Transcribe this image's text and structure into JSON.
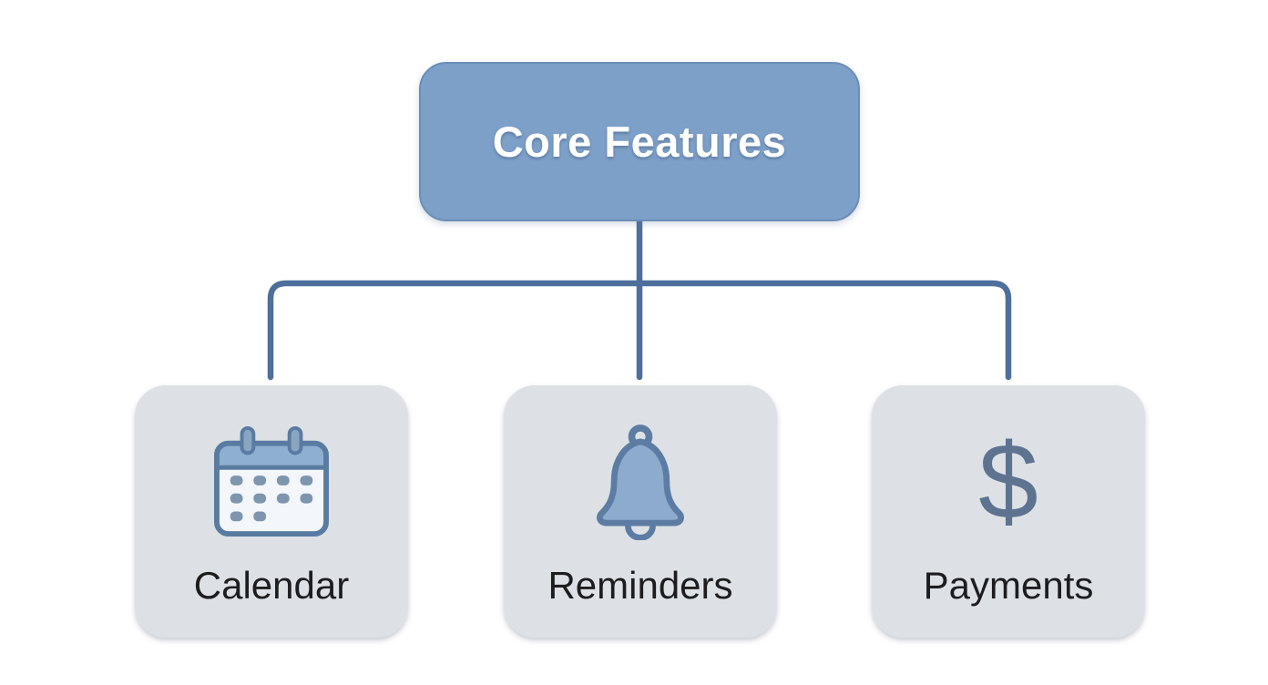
{
  "root": {
    "label": "Core Features"
  },
  "children": [
    {
      "label": "Calendar",
      "icon": "calendar-icon"
    },
    {
      "label": "Reminders",
      "icon": "bell-icon"
    },
    {
      "label": "Payments",
      "icon": "dollar-sign-icon",
      "glyph": "$"
    }
  ],
  "colors": {
    "root_bg": "#7da0c9",
    "root_border": "#6b8eb8",
    "root_text": "#ffffff",
    "connector": "#4e6f9b",
    "card_bg": "#dde1e6",
    "card_text": "#1d1d1f",
    "icon_stroke": "#5a7ba1",
    "icon_fill": "#8cabcd",
    "icon_light": "#f3f6fa",
    "calendar_header": "#8fafd0",
    "calendar_dots": "#7e95ae",
    "dollar": "#5d7390"
  }
}
